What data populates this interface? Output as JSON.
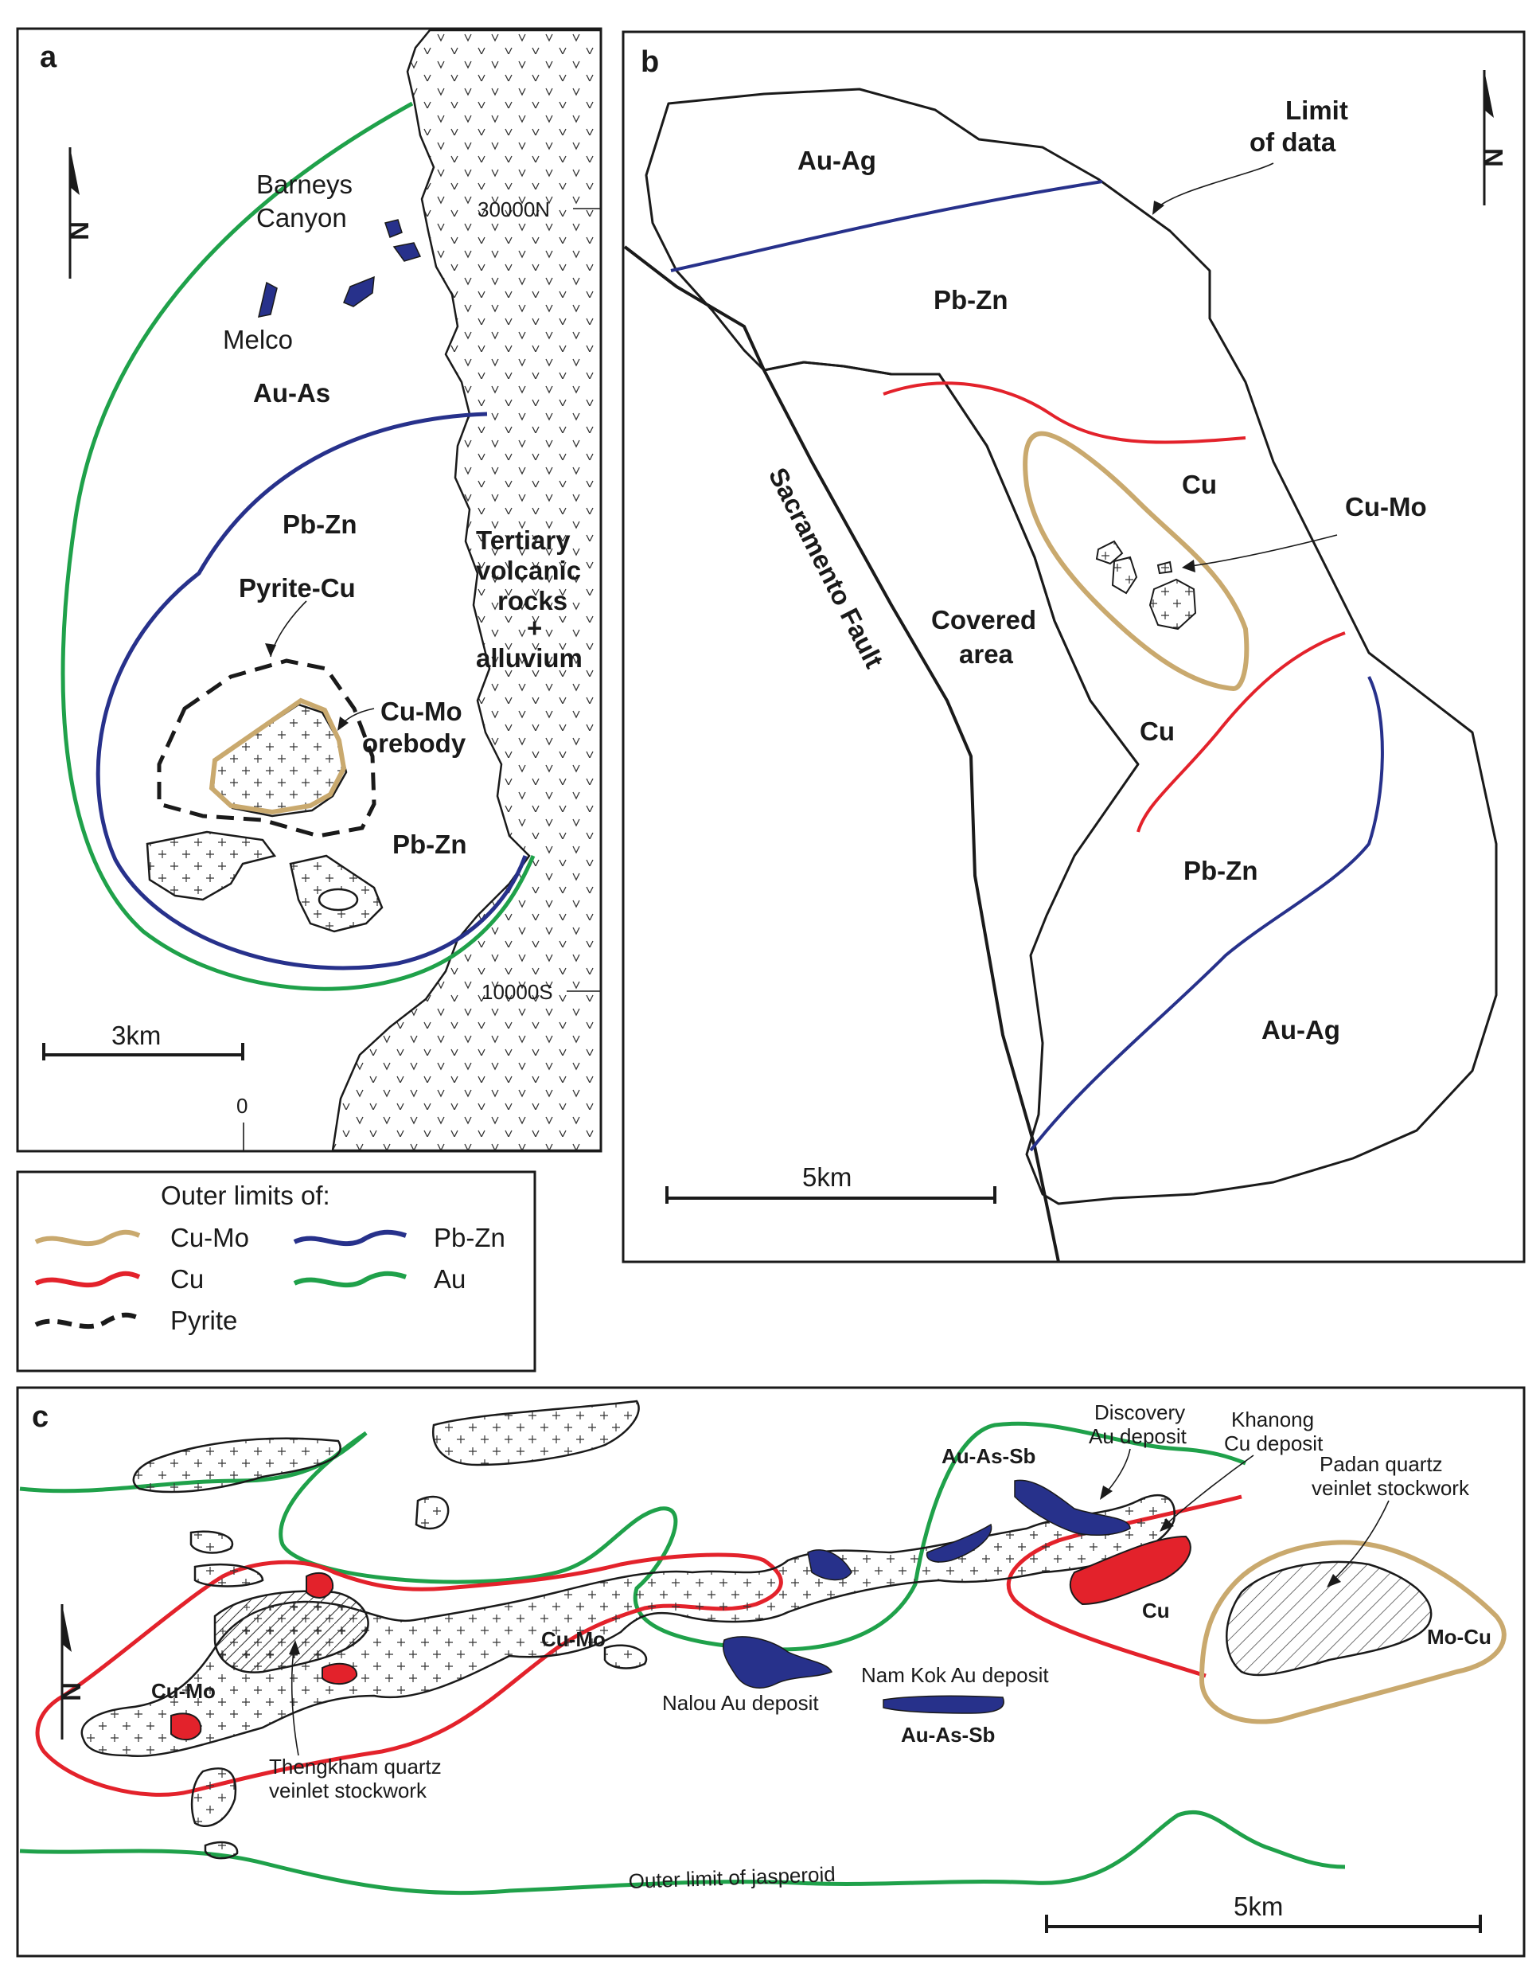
{
  "colors": {
    "cu_mo": "#c9a96e",
    "cu": "#e3222b",
    "pb_zn": "#27318b",
    "au": "#1fa14a",
    "pyrite": "#1a1a1a",
    "outline": "#1a1a1a",
    "background": "#ffffff"
  },
  "panel_a": {
    "letter": "a",
    "labels": {
      "barneys_1": "Barneys",
      "barneys_2": "Canyon",
      "melco": "Melco",
      "au_as": "Au-As",
      "pb_zn_upper": "Pb-Zn",
      "pyrite_cu": "Pyrite-Cu",
      "cu_mo_1": "Cu-Mo",
      "cu_mo_2": "orebody",
      "pb_zn_lower": "Pb-Zn",
      "tertiary_1": "Tertiary",
      "tertiary_2": "volcanic",
      "tertiary_3": "rocks",
      "tertiary_4": "+",
      "tertiary_5": "alluvium"
    },
    "grid_north": "30000N",
    "grid_south": "10000S",
    "scale_label": "3km",
    "zero_label": "0",
    "north_symbol": "N"
  },
  "panel_b": {
    "letter": "b",
    "labels": {
      "limit_1": "Limit",
      "limit_2": "of data",
      "au_ag_top": "Au-Ag",
      "pb_zn_top": "Pb-Zn",
      "cu_upper": "Cu",
      "cu_mo": "Cu-Mo",
      "covered_1": "Covered",
      "covered_2": "area",
      "cu_lower": "Cu",
      "pb_zn_bottom": "Pb-Zn",
      "au_ag_bottom": "Au-Ag",
      "fault": "Sacramento Fault"
    },
    "scale_label": "5km",
    "north_symbol": "N"
  },
  "legend": {
    "title": "Outer limits of:",
    "items": {
      "cu_mo": "Cu-Mo",
      "cu": "Cu",
      "pyrite": "Pyrite",
      "pb_zn": "Pb-Zn",
      "au": "Au"
    }
  },
  "panel_c": {
    "letter": "c",
    "labels": {
      "discovery_1": "Discovery",
      "discovery_2": "Au deposit",
      "khanong_1": "Khanong",
      "khanong_2": "Cu deposit",
      "padan_1": "Padan quartz",
      "padan_2": "veinlet stockwork",
      "au_as_sb_top": "Au-As-Sb",
      "cu_mo_center": "Cu-Mo",
      "cu_mo_left": "Cu-Mo",
      "cu": "Cu",
      "mo_cu": "Mo-Cu",
      "nalou": "Nalou Au deposit",
      "nam_kok": "Nam Kok Au deposit",
      "au_as_sb_bottom": "Au-As-Sb",
      "thengkham_1": "Thengkham quartz",
      "thengkham_2": "veinlet stockwork",
      "jasperoid": "Outer limit of jasperoid"
    },
    "scale_label": "5km",
    "north_symbol": "N"
  }
}
